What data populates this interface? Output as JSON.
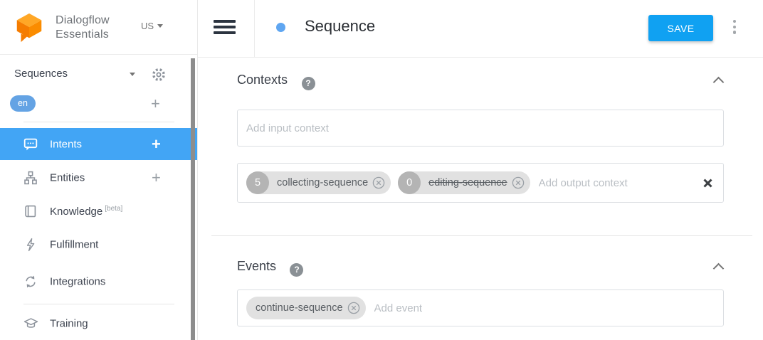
{
  "logo": {
    "line1": "Dialogflow",
    "line2": "Essentials",
    "region": "US"
  },
  "sidebar": {
    "agent_name": "Sequences",
    "language_chip": "en",
    "add_label": "+",
    "nav": [
      {
        "label": "Intents",
        "icon": "chat-bubble",
        "active": true
      },
      {
        "label": "Entities",
        "icon": "sitemap"
      },
      {
        "label": "Knowledge",
        "icon": "book",
        "badge": "[beta]"
      },
      {
        "label": "Fulfillment",
        "icon": "bolt"
      },
      {
        "label": "Integrations",
        "icon": "sync"
      },
      {
        "label": "Training",
        "icon": "graduation-cap"
      }
    ]
  },
  "header": {
    "title": "Sequence",
    "save_label": "SAVE"
  },
  "sections": {
    "contexts": {
      "title": "Contexts",
      "help": "?",
      "input_context_placeholder": "Add input context",
      "output_context_placeholder": "Add output context",
      "output_chips": [
        {
          "lifespan": "5",
          "label": "collecting-sequence",
          "strikethrough": false
        },
        {
          "lifespan": "0",
          "label": "editing-sequence",
          "strikethrough": true
        }
      ]
    },
    "events": {
      "title": "Events",
      "help": "?",
      "placeholder": "Add event",
      "chips": [
        {
          "label": "continue-sequence"
        }
      ]
    }
  },
  "colors": {
    "accent_blue": "#10a1f2",
    "selected_nav_blue": "#42a5f5",
    "language_chip_blue": "#64a3e4",
    "logo_orange": "#F57C00"
  }
}
